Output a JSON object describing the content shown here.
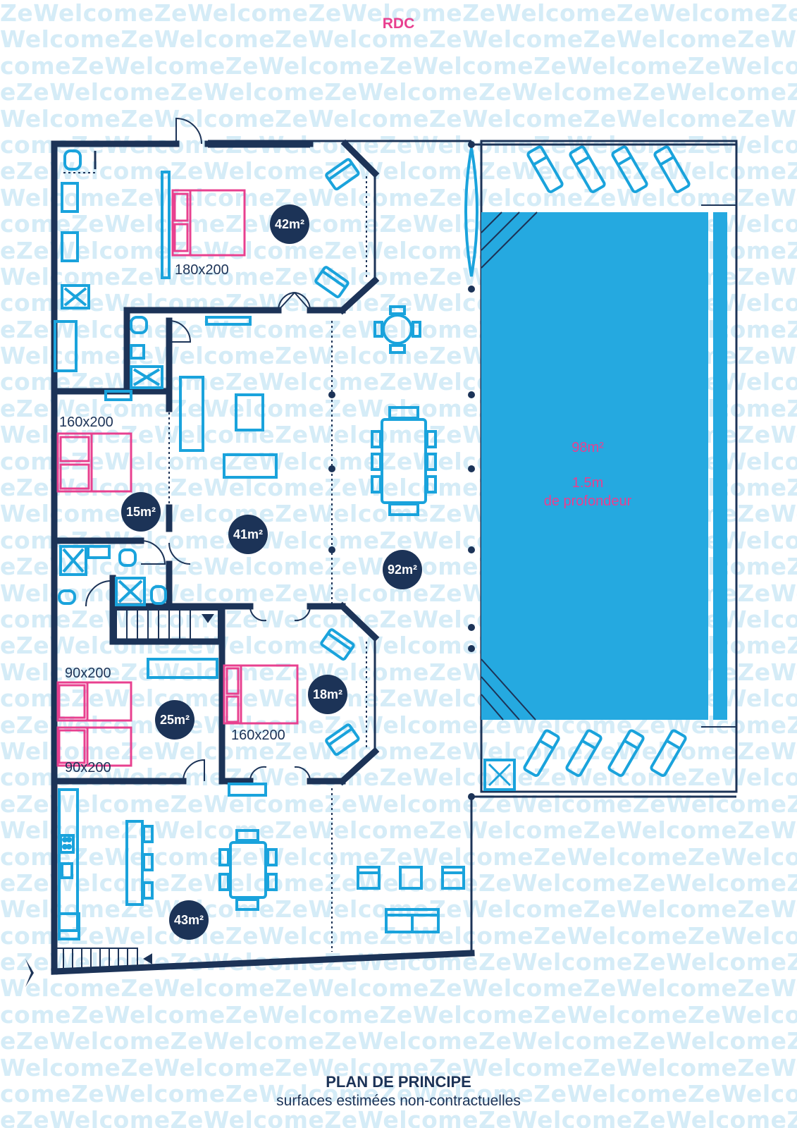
{
  "level_title": "RDC",
  "watermark": {
    "lines": [
      "ZeWelcomeZeWelcomeZeWelcomeZeWelcomeZeWelcomeZeWelcomeZe",
      "WelcomeZeWelcomeZeWelcomeZeWelcomeZeWelcomeZeWelcomeZeWel",
      "comeZeWelcomeZeWelcomeZeWelcomeZeWelcomeZeWelcomeZeWelcom",
      "eZeWelcomeZeWelcomeZeWelcomeZeWelcomeZeWelcomeZeWelcomeZe",
      "WelcomeZeWelcomeZeWelcomeZeWelcomeZeWelcomeZeWelcomeZeWel",
      "comeZeWelcomeZeWelcomeZeWelcomeZeWelcomeZeWelcomeZeWelcom",
      "eZeWelcomeZeWelcomeZeWelcomeZeWelcomeZeWelcomeZeWelcomeZe",
      "WelcomeZeWelcomeZeWelcomeZeWelcomeZeWelcomeZeWelcomeZeWel",
      "comeZeWelcomeZeWelcomeZeWelcomeZeWelcomeZeWelcomeZeWelcom",
      "eZeWelcomeZeWelcomeZeWelcomeZeWelcomeZeWelcomeZeWelcomeZe",
      "WelcomeZeWelcomeZeWelcomeZeWelcomeZeWelcomeZeWelcomeZeWel",
      "comeZeWelcomeZeWelcomeZeWelcomeZeWelcomeZeWelcomeZeWelcom",
      "eZeWelcomeZeWelcomeZeWelcomeZeWelcomeZeWelcomeZeWelcomeZe",
      "WelcomeZeWelcomeZeWelcomeZeWelcomeZeWelcomeZeWelcomeZeWel",
      "comeZeWelcomeZeWelcomeZeWelcomeZeWelcomeZeWelcomeZeWelcom",
      "eZeWelcomeZeWelcomeZeWelcomeZeWelcomeZeWelcomeZeWelcomeZe",
      "WelcomeZeWelcomeZeWelcomeZeWelcomeZeWelcomeZeWelcomeZeWel",
      "comeZeWelcomeZeWelcomeZeWelcomeZeWelcomeZeWelcomeZeWelcom",
      "eZeWelcomeZeWelcomeZeWelcomeZeWelcomeZeWelcomeZeWelcomeZe",
      "WelcomeZeWelcomeZeWelcomeZeWelcomeZeWelcomeZeWelcomeZeWel",
      "comeZeWelcomeZeWelcomeZeWelcomeZeWelcomeZeWelcomeZeWelcom",
      "eZeWelcomeZeWelcomeZeWelcomeZeWelcomeZeWelcomeZeWelcomeZe",
      "WelcomeZeWelcomeZeWelcomeZeWelcomeZeWelcomeZeWelcomeZeWel",
      "comeZeWelcomeZeWelcomeZeWelcomeZeWelcomeZeWelcomeZeWelcom",
      "eZeWelcomeZeWelcomeZeWelcomeZeWelcomeZeWelcomeZeWelcomeZe",
      "WelcomeZeWelcomeZeWelcomeZeWelcomeZeWelcomeZeWelcomeZeWel",
      "comeZeWelcomeZeWelcomeZeWelcomeZeWelcomeZeWelcomeZeWelcom",
      "eZeWelcomeZeWelcomeZeWelcomeZeWelcomeZeWelcomeZeWelcomeZe",
      "WelcomeZeWelcomeZeWelcomeZeWelcomeZeWelcomeZeWelcomeZeWel",
      "comeZeWelcomeZeWelcomeZeWelcomeZeWelcomeZeWelcomeZeWelcom",
      "eZeWelcomeZeWelcomeZeWelcomeZeWelcomeZeWelcomeZeWelcomeZe",
      "WelcomeZeWelcomeZeWelcomeZeWelcomeZeWelcomeZeWelcomeZeWel",
      "comeZeWelcomeZeWelcomeZeWelcomeZeWelcomeZeWelcomeZeWelcom",
      "eZeWelcomeZeWelcomeZeWelcomeZeWelcomeZeWelcomeZeWelcomeZe",
      "WelcomeZeWelcomeZeWelcomeZeWelcomeZeWelcomeZeWelcomeZeWel",
      "comeZeWelcomeZeWelcomeZeWelcomeZeWelcomeZeWelcomeZeWelcom",
      "eZeWelcomeZeWelcomeZeWelcomeZeWelcomeZeWelcomeZeWelcomeZe",
      "WelcomeZeWelcomeZeWelcomeZeWelcomeZeWelcomeZeWelcomeZeWel",
      "comeZeWelcomeZeWelcomeZeWelcomeZeWelcomeZeWelcomeZeWelcom",
      "eZeWelcomeZeWelcomeZeWelcomeZeWelcomeZeWelcomeZeWelcomeZe",
      "WelcomeZeWelcomeZeWelcomeZeWelcomeZeWelcomeZeWelcomeZeWel",
      "comeZeWelcomeZeWelcomeZeWelcomeZeWelcomeZeWelcomeZeWelcom",
      "eZeWelcomeZeWelcomeZeWelcomeZeWelcomeZeWelcomeZeWelcomeZe"
    ]
  },
  "rooms": [
    {
      "id": "master-bedroom",
      "area": "42m²"
    },
    {
      "id": "bedroom-2",
      "area": "15m²"
    },
    {
      "id": "living",
      "area": "41m²"
    },
    {
      "id": "terrace",
      "area": "92m²"
    },
    {
      "id": "bedroom-3",
      "area": "18m²"
    },
    {
      "id": "bedroom-4",
      "area": "25m²"
    },
    {
      "id": "kitchen",
      "area": "43m²"
    }
  ],
  "beds": [
    {
      "id": "bed-master",
      "size": "180x200"
    },
    {
      "id": "bed-2",
      "size": "160x200"
    },
    {
      "id": "bed-3",
      "size": "160x200"
    },
    {
      "id": "bed-4a",
      "size": "90x200"
    },
    {
      "id": "bed-4b",
      "size": "90x200"
    }
  ],
  "pool": {
    "area": "98m²",
    "depth_line1": "1.5m",
    "depth_line2": "de profondeur"
  },
  "footer": {
    "title": "PLAN DE PRINCIPE",
    "subtitle": "surfaces estimées non-contractuelles"
  },
  "colors": {
    "wall": "#1c3357",
    "furniture": "#1aa3dc",
    "bed": "#e8408f",
    "pool": "#25a9e0",
    "watermark": "#d5ecf7"
  }
}
